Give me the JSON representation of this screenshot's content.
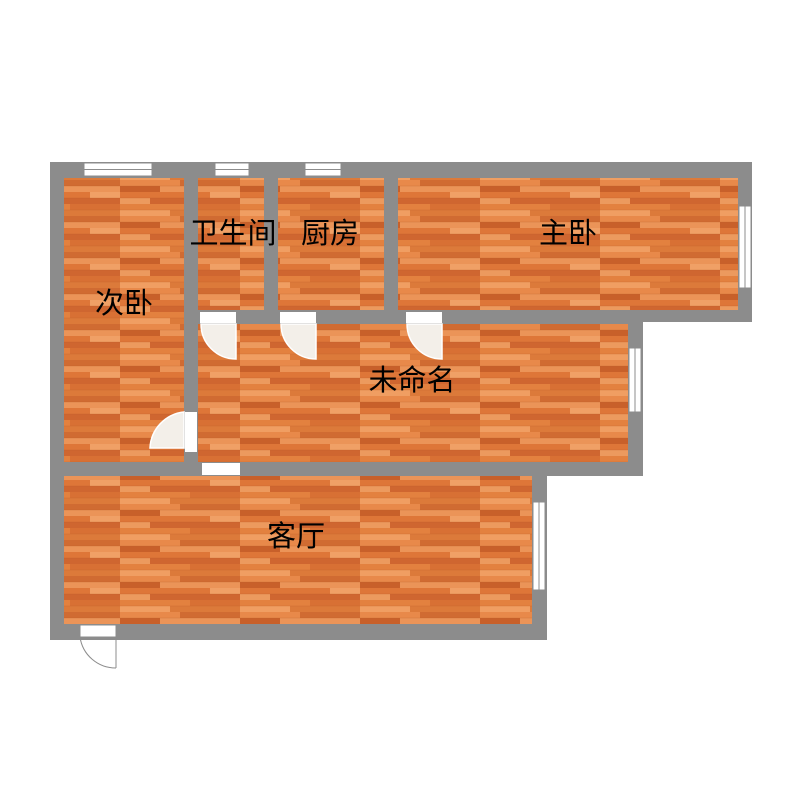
{
  "rooms": [
    {
      "id": "secondary-bedroom",
      "label": "次卧"
    },
    {
      "id": "bathroom",
      "label": "卫生间"
    },
    {
      "id": "kitchen",
      "label": "厨房"
    },
    {
      "id": "master-bedroom",
      "label": "主卧"
    },
    {
      "id": "unnamed-room",
      "label": "未命名"
    },
    {
      "id": "living-room",
      "label": "客厅"
    }
  ],
  "colors": {
    "wall": "#8c8c8c",
    "floor_base": "#e07a3c",
    "plank_dark": "#c8602a",
    "plank_light": "#ec9a5e",
    "window_frame": "#ffffff",
    "door_swing": "#ffffff",
    "label": "#000000"
  },
  "icons": {
    "window": "window-symbol",
    "door": "door-swing-symbol",
    "floor": "wood-floor-pattern"
  }
}
